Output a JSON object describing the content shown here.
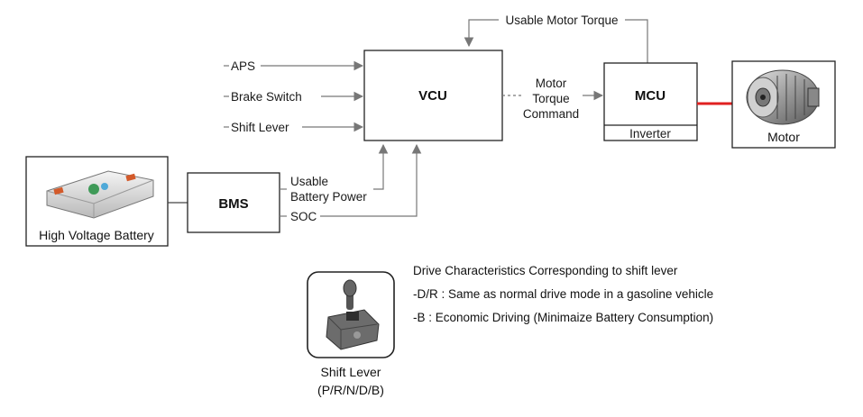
{
  "blocks": {
    "vcu": "VCU",
    "mcu": "MCU",
    "inverter": "Inverter",
    "bms": "BMS",
    "motor": "Motor",
    "battery": "High Voltage Battery"
  },
  "inputs": {
    "aps": "APS",
    "brake_switch": "Brake Switch",
    "shift_lever": "Shift Lever"
  },
  "signals": {
    "usable_motor_torque": "Usable Motor Torque",
    "motor_torque_command": [
      "Motor",
      "Torque",
      "Command"
    ],
    "usable_battery_power": [
      "Usable",
      "Battery Power"
    ],
    "soc": "SOC"
  },
  "shift_lever_figure": {
    "caption_line1": "Shift Lever",
    "caption_line2": "(P/R/N/D/B)"
  },
  "notes": {
    "title": "Drive Characteristics Corresponding to shift lever",
    "line1": "-D/R : Same as normal drive mode in a gasoline vehicle",
    "line2": "-B : Economic Driving (Minimaize Battery Consumption)"
  },
  "colors": {
    "motor_link": "#e02020",
    "connector": "#777777"
  },
  "icons": [
    "battery-pack-image",
    "electric-motor-image",
    "shift-lever-image"
  ]
}
